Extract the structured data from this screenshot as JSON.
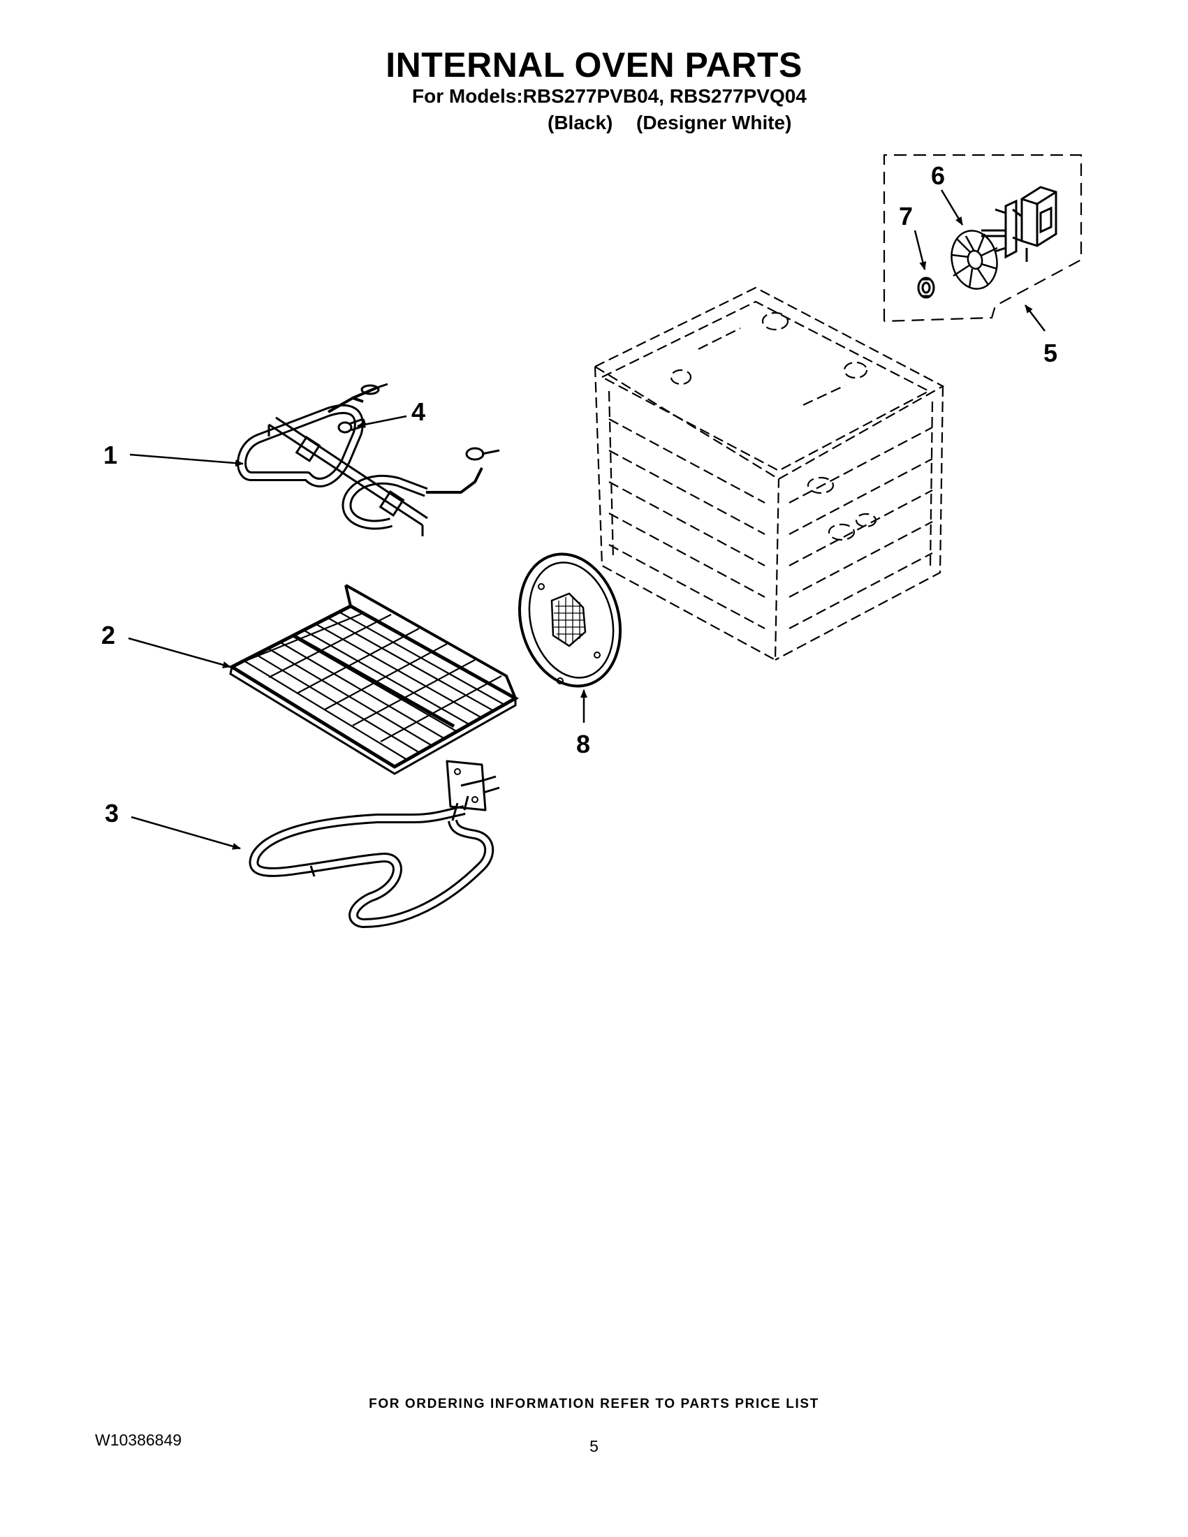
{
  "header": {
    "title": "INTERNAL OVEN PARTS",
    "models_line": "For Models:RBS277PVB04, RBS277PVQ04",
    "variant_black": "(Black)",
    "variant_white": "(Designer White)"
  },
  "callouts": {
    "c1": "1",
    "c2": "2",
    "c3": "3",
    "c4": "4",
    "c5": "5",
    "c6": "6",
    "c7": "7",
    "c8": "8"
  },
  "footer": {
    "ordering_info": "FOR ORDERING INFORMATION REFER TO PARTS PRICE LIST",
    "document_number": "W10386849",
    "page_number": "5"
  },
  "colors": {
    "ink": "#000000",
    "background": "#ffffff"
  }
}
